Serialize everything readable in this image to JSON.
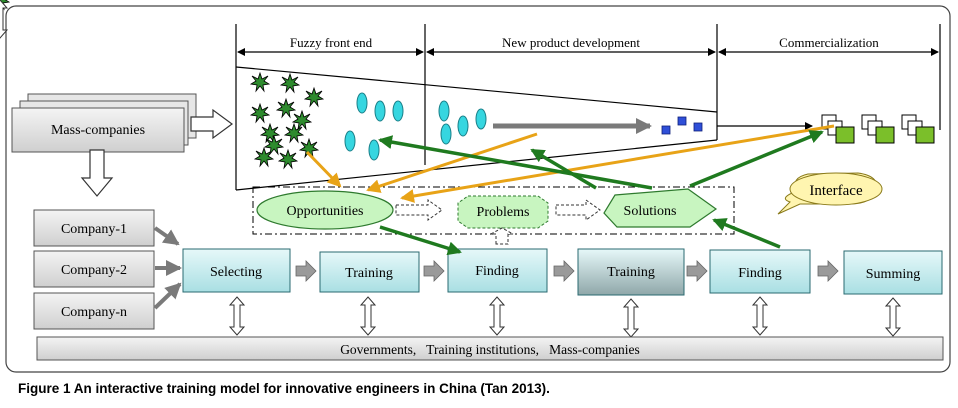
{
  "phases": {
    "fuzzy": "Fuzzy front end",
    "npd": "New product development",
    "commercial": "Commercialization"
  },
  "actors": {
    "mass": "Mass-companies",
    "c1": "Company-1",
    "c2": "Company-2",
    "cn": "Company-n"
  },
  "process": {
    "selecting": "Selecting",
    "training1": "Training",
    "finding1": "Finding",
    "training2": "Training",
    "finding2": "Finding",
    "summing": "Summing"
  },
  "interface": {
    "opportunities": "Opportunities",
    "problems": "Problems",
    "solutions": "Solutions",
    "callout": "Interface"
  },
  "stakeholders": "Governments,   Training institutions,   Mass-companies",
  "caption": "Figure 1 An interactive training model for innovative engineers in China (Tan 2013).",
  "colors": {
    "process_fill": "#c8eef0",
    "ellipse_fill": "#c8f5c0",
    "callout_fill": "#fff5b0",
    "arrow_green": "#1f7a1f",
    "arrow_orange": "#e8a317",
    "arrow_gray": "#8c8c8c",
    "square_blue": "#2f4fd8",
    "square_green": "#7bbf2a",
    "dot_cyan": "#36d6e0"
  }
}
